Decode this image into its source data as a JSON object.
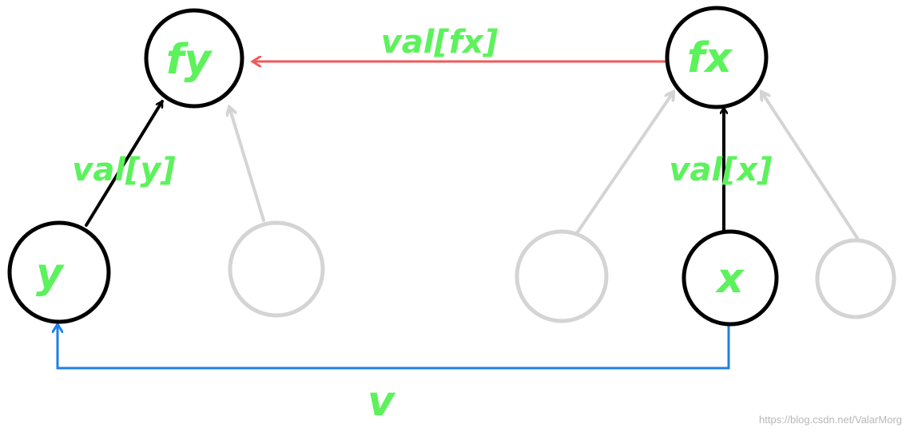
{
  "nodes": {
    "fy": "fy",
    "fx": "fx",
    "y": "y",
    "x": "x"
  },
  "edges": {
    "fx_to_fy": "val[fx]",
    "y_to_fy": "val[y]",
    "x_to_fx": "val[x]",
    "x_to_y": "v"
  },
  "colors": {
    "highlight_node": "#000000",
    "faded_node": "#d4d4d4",
    "label": "#5cf25c",
    "merge_edge": "#ef5a5a",
    "query_edge": "#1e7fe8"
  },
  "watermark": "https://blog.csdn.net/ValarMorg"
}
